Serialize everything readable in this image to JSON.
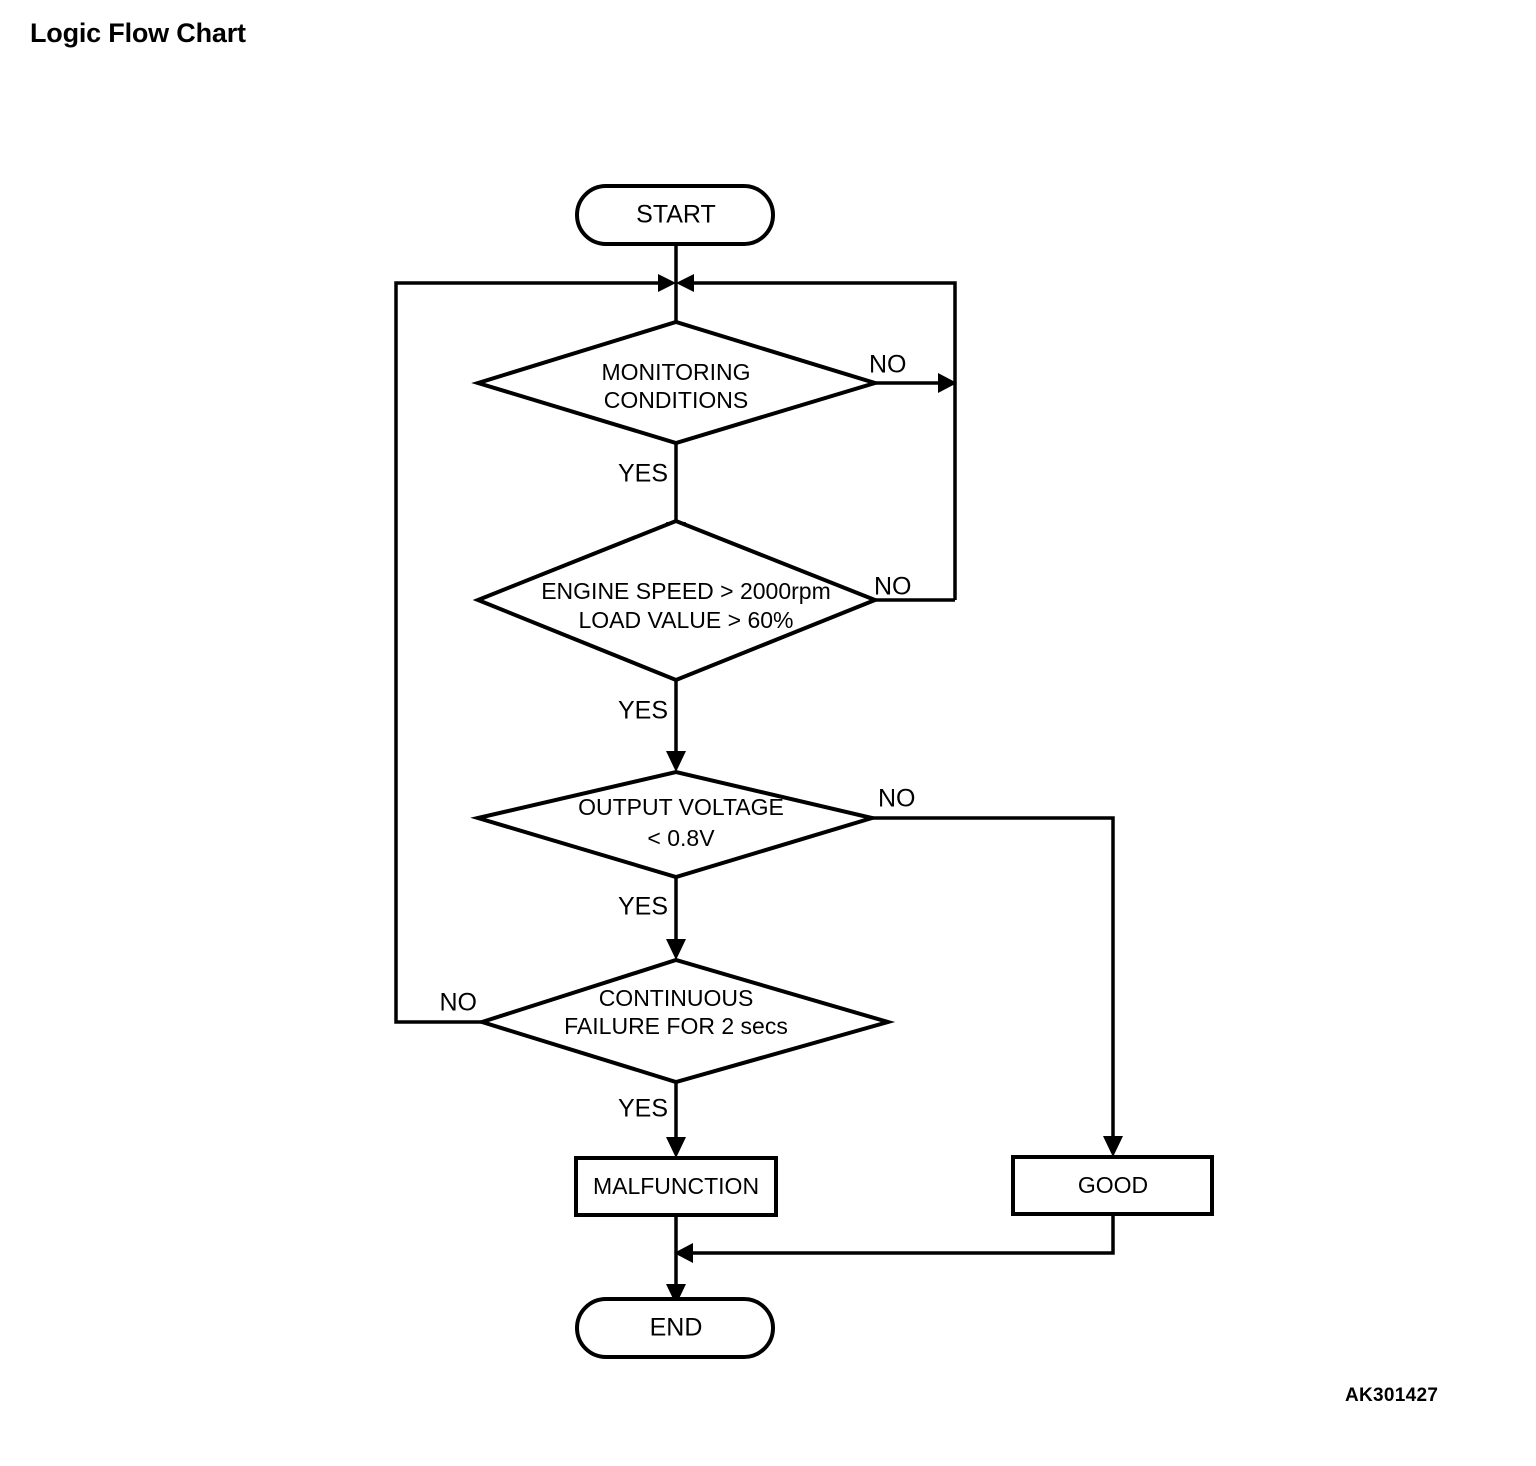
{
  "page": {
    "title": "Logic Flow Chart",
    "reference_code": "AK301427",
    "background_color": "#ffffff",
    "line_color": "#000000"
  },
  "chart_data": {
    "type": "diagram",
    "diagram_kind": "flowchart",
    "title": "Logic Flow Chart",
    "nodes": [
      {
        "id": "start",
        "shape": "stadium",
        "label": "START"
      },
      {
        "id": "monitoring",
        "shape": "decision",
        "label_line1": "MONITORING",
        "label_line2": "CONDITIONS"
      },
      {
        "id": "engine",
        "shape": "decision",
        "label_line1": "ENGINE SPEED > 2000rpm",
        "label_line2": "LOAD VALUE > 60%"
      },
      {
        "id": "voltage",
        "shape": "decision",
        "label_line1": "OUTPUT VOLTAGE",
        "label_line2": "< 0.8V"
      },
      {
        "id": "continuous",
        "shape": "decision",
        "label_line1": "CONTINUOUS",
        "label_line2": "FAILURE FOR 2 secs"
      },
      {
        "id": "malfunction",
        "shape": "rect",
        "label": "MALFUNCTION"
      },
      {
        "id": "good",
        "shape": "rect",
        "label": "GOOD"
      },
      {
        "id": "end",
        "shape": "stadium",
        "label": "END"
      }
    ],
    "edges": [
      {
        "from": "start",
        "to": "monitoring",
        "label": ""
      },
      {
        "from": "monitoring",
        "to": "loop-top",
        "label": "NO",
        "direction": "right"
      },
      {
        "from": "monitoring",
        "to": "engine",
        "label": "YES",
        "direction": "down"
      },
      {
        "from": "engine",
        "to": "loop-top",
        "label": "NO",
        "direction": "right"
      },
      {
        "from": "engine",
        "to": "voltage",
        "label": "YES",
        "direction": "down"
      },
      {
        "from": "voltage",
        "to": "good",
        "label": "NO",
        "direction": "right"
      },
      {
        "from": "voltage",
        "to": "continuous",
        "label": "YES",
        "direction": "down"
      },
      {
        "from": "continuous",
        "to": "loop-top",
        "label": "NO",
        "direction": "left"
      },
      {
        "from": "continuous",
        "to": "malfunction",
        "label": "YES",
        "direction": "down"
      },
      {
        "from": "malfunction",
        "to": "end",
        "label": ""
      },
      {
        "from": "good",
        "to": "end",
        "label": ""
      }
    ],
    "edge_labels": {
      "yes": "YES",
      "no": "NO"
    }
  }
}
